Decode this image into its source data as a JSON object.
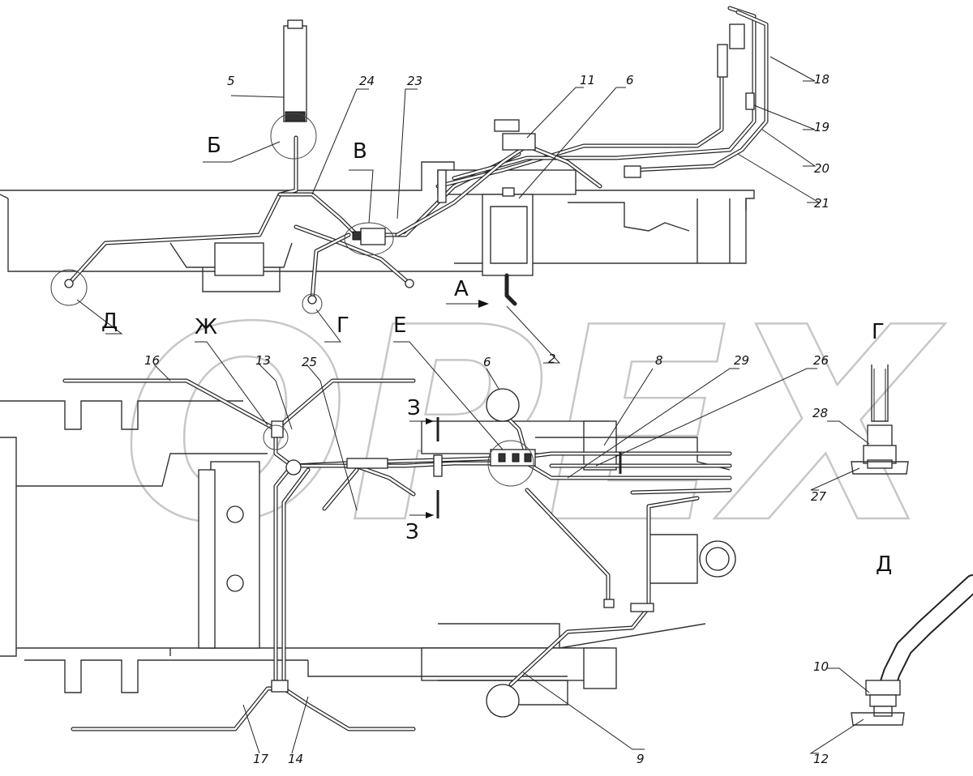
{
  "watermark": "OPEX",
  "view_letters": {
    "A": "А",
    "B": "Б",
    "V": "В",
    "G": "Г",
    "D": "Д",
    "E": "Е",
    "Zh": "Ж",
    "Z": "З"
  },
  "detail_titles": {
    "G": "Г",
    "D": "Д"
  },
  "part_numbers": [
    "2",
    "5",
    "6",
    "6",
    "8",
    "9",
    "10",
    "11",
    "12",
    "13",
    "14",
    "16",
    "17",
    "18",
    "19",
    "20",
    "21",
    "23",
    "24",
    "25",
    "26",
    "27",
    "28",
    "29"
  ]
}
